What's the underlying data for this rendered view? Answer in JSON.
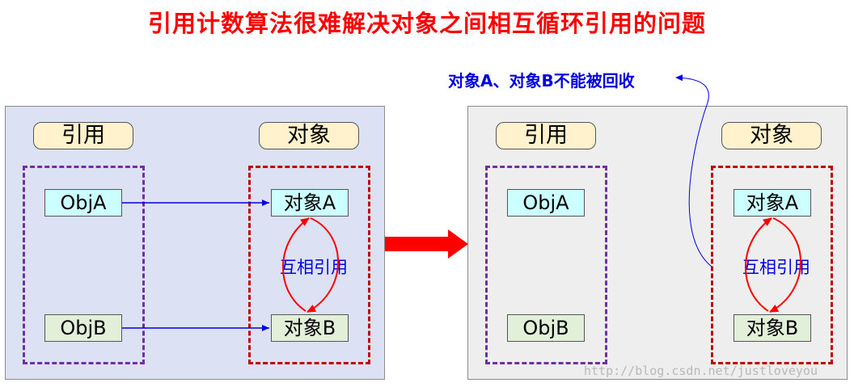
{
  "title": "引用计数算法很难解决对象之间相互循环引用的问题",
  "left_panel": {
    "ref_header": "引用",
    "obj_header": "对象",
    "obj_a": "ObjA",
    "obj_b": "ObjB",
    "target_a": "对象A",
    "target_b": "对象B",
    "mutual_label": "互相引用"
  },
  "right_panel": {
    "ref_header": "引用",
    "obj_header": "对象",
    "obj_a": "ObjA",
    "obj_b": "ObjB",
    "target_a": "对象A",
    "target_b": "对象B",
    "mutual_label": "互相引用"
  },
  "note": "对象A、对象B不能被回收",
  "watermark": "http://blog.csdn.net/justloveyou",
  "colors": {
    "title": "#ff0000",
    "left_panel_bg": "#dce1f3",
    "right_panel_bg": "#eeeeee",
    "header_fill": "#fff2cc",
    "ref_box_fill": "#ccffff",
    "obj_box_fill": "#e2efd9",
    "ref_group_border": "#7030a0",
    "obj_group_border": "#c00000",
    "reference_arrow": "#0000e0",
    "mutual_arrow": "#ff0000",
    "transition_arrow": "#ff0000"
  }
}
